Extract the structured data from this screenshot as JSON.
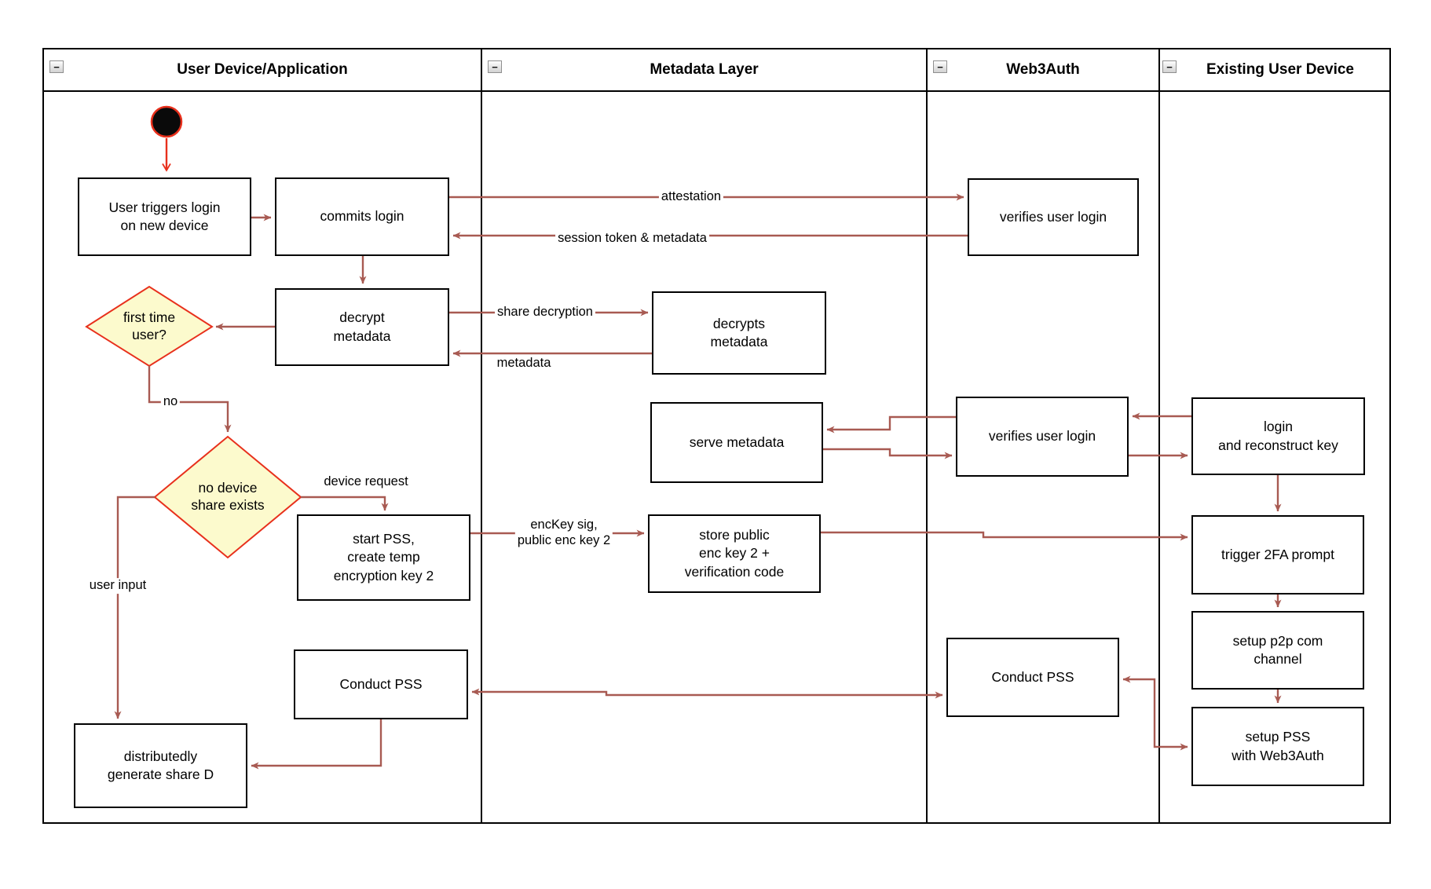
{
  "diagram_title": "Web3Auth login flow swimlane diagram",
  "colors": {
    "edge_brown": "#A85A52",
    "accent_red": "#E8301C",
    "diamond_fill": "#FCFACD",
    "shape_line": "#000000",
    "background": "#FFFFFF"
  },
  "icons": {
    "collapse": "−"
  },
  "lanes": [
    {
      "title": "User Device/Application"
    },
    {
      "title": "Metadata Layer"
    },
    {
      "title": "Web3Auth"
    },
    {
      "title": "Existing User Device"
    }
  ],
  "nodes": {
    "start": "initial-state",
    "user_triggers": [
      "User triggers login",
      "on new device"
    ],
    "commits_login": "commits login",
    "decrypt_metadata": [
      "decrypt",
      "metadata"
    ],
    "first_time_user": [
      "first time",
      "user?"
    ],
    "no_device_share": [
      "no device",
      "share exists"
    ],
    "start_pss": [
      "start PSS,",
      "create temp",
      "encryption key 2"
    ],
    "conduct_pss_user": "Conduct PSS",
    "distributedly_generate": [
      "distributedly",
      "generate share D"
    ],
    "decrypts_metadata": [
      "decrypts",
      "metadata"
    ],
    "serve_metadata": "serve metadata",
    "store_public": [
      "store public",
      "enc key 2 +",
      "verification code"
    ],
    "verifies_user_login_1": "verifies user login",
    "verifies_user_login_2": "verifies user login",
    "conduct_pss_w3a": "Conduct PSS",
    "login_reconstruct": [
      "login",
      "and reconstruct key"
    ],
    "trigger_2fa": "trigger 2FA prompt",
    "setup_p2p": [
      "setup p2p com",
      "channel"
    ],
    "setup_pss": [
      "setup PSS",
      "with Web3Auth"
    ]
  },
  "edge_labels": {
    "attestation": "attestation",
    "session_token": "session token & metadata",
    "share_decryption": "share decryption",
    "metadata": "metadata",
    "no": "no",
    "device_request": "device request",
    "enckey": [
      "encKey sig,",
      "public enc key 2"
    ],
    "user_input": "user input"
  }
}
